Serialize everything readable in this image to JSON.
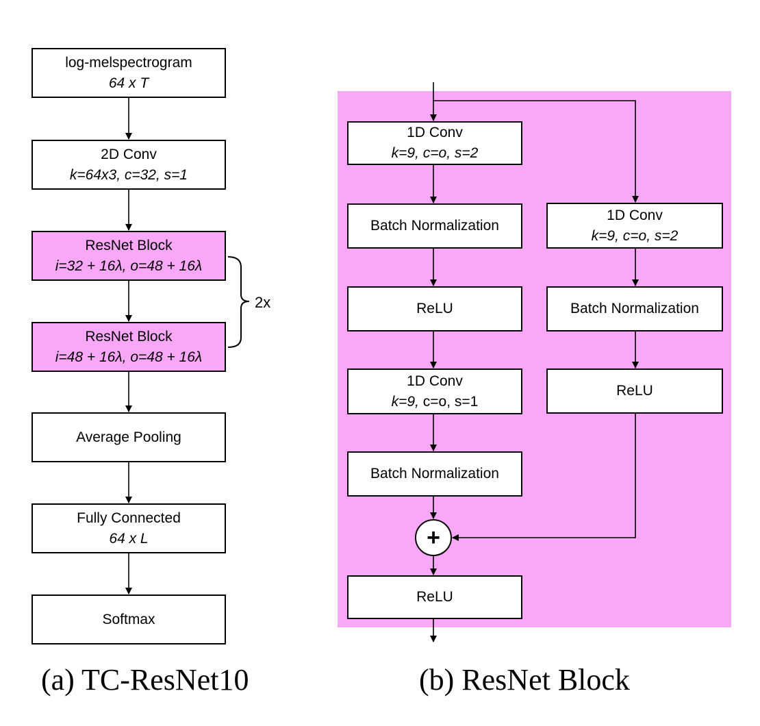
{
  "panel_a": {
    "caption": "(a) TC-ResNet10",
    "nodes": [
      {
        "line1": "log-melspectrogram",
        "line2": "64 x T"
      },
      {
        "line1": "2D Conv",
        "line2": "k=64x3, c=32, s=1"
      },
      {
        "line1": "ResNet Block",
        "line2": "i=32 + 16λ, o=48 + 16λ"
      },
      {
        "line1": "ResNet Block",
        "line2": "i=48 + 16λ, o=48 + 16λ"
      },
      {
        "line1": "Average Pooling",
        "line2": ""
      },
      {
        "line1": "Fully Connected",
        "line2": "64 x L"
      },
      {
        "line1": "Softmax",
        "line2": ""
      }
    ],
    "repeat_label": "2x"
  },
  "panel_b": {
    "caption": "(b) ResNet Block",
    "main_path": [
      {
        "line1": "1D Conv",
        "line2": "k=9, c=o, s=2"
      },
      {
        "line1": "Batch Normalization",
        "line2": ""
      },
      {
        "line1": "ReLU",
        "line2": ""
      },
      {
        "line1": "1D Conv",
        "line2_italic": "k=9,",
        "line2_plain": " c=o, s=1"
      },
      {
        "line1": "Batch Normalization",
        "line2": ""
      }
    ],
    "shortcut_path": [
      {
        "line1": "1D Conv",
        "line2": "k=9, c=o, s=2"
      },
      {
        "line1": "Batch Normalization",
        "line2": ""
      },
      {
        "line1": "ReLU",
        "line2": ""
      }
    ],
    "sum_symbol": "+",
    "output": {
      "line1": "ReLU"
    }
  },
  "colors": {
    "block_fill": "#f9a7f7",
    "stroke": "#000000",
    "box_fill": "#ffffff"
  }
}
